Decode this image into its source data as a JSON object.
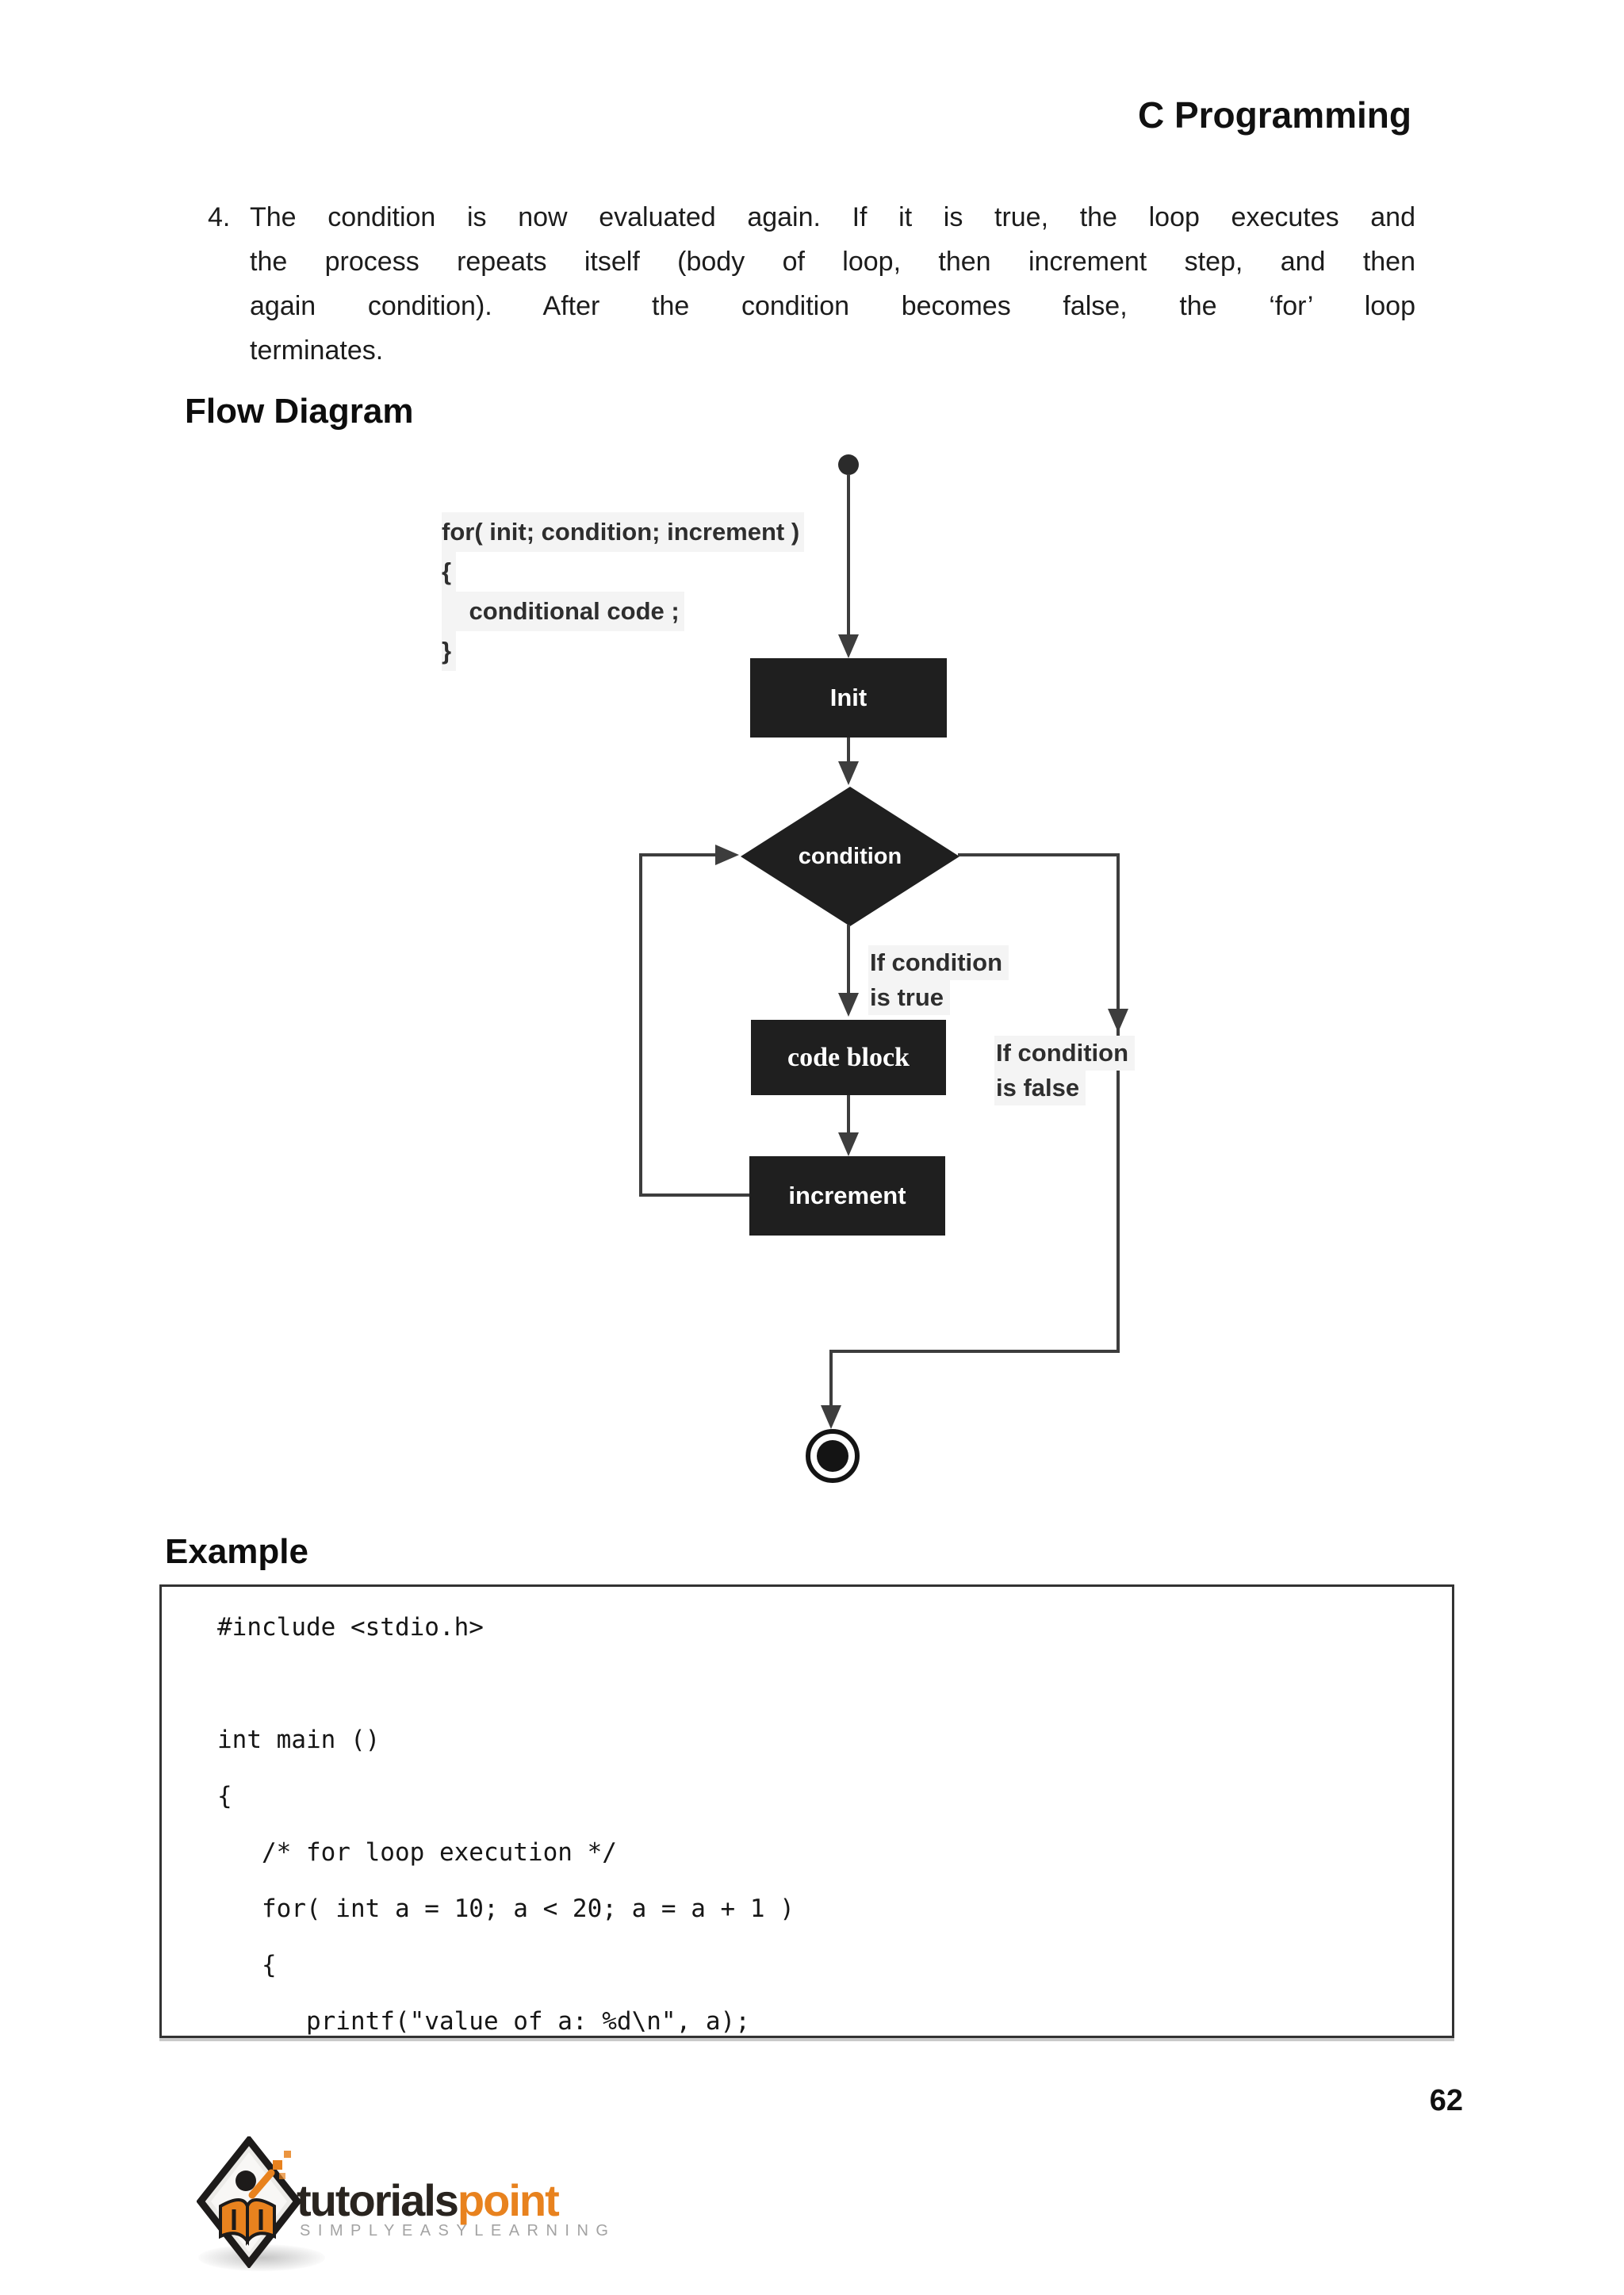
{
  "page": {
    "header": "C Programming",
    "page_number": "62"
  },
  "list_item": {
    "marker": "4.",
    "lines": [
      "The condition is now evaluated again. If it is true, the loop executes and",
      "the process repeats itself (body of loop, then increment step, and then",
      "again condition). After the condition becomes false, the ‘for’ loop",
      "terminates."
    ]
  },
  "sections": {
    "flow_diagram_title": "Flow Diagram",
    "example_title": "Example"
  },
  "flowchart": {
    "annotation_lines": [
      "for( init; condition; increment )",
      "{",
      "    conditional code ;",
      "}"
    ],
    "nodes": {
      "init": "Init",
      "condition": "condition",
      "code_block": "code block",
      "increment": "increment"
    },
    "labels": {
      "true_line1": "If condition",
      "true_line2": "is true",
      "false_line1": "If condition",
      "false_line2": "is false"
    },
    "colors": {
      "node_fill": "#1f1f1f",
      "node_text": "#ffffff",
      "line": "#3d3d3d",
      "label_bg": "#f4f4f4"
    }
  },
  "code_block": {
    "lines": [
      "#include <stdio.h>",
      "",
      "int main ()",
      "{",
      "   /* for loop execution */",
      "   for( int a = 10; a < 20; a = a + 1 )",
      "   {",
      "      printf(\"value of a: %d\\n\", a);"
    ]
  },
  "logo": {
    "brand_primary": "tutorials",
    "brand_accent": "point",
    "tagline": "SIMPLYEASYLEARNING",
    "accent_color": "#e8821e"
  }
}
